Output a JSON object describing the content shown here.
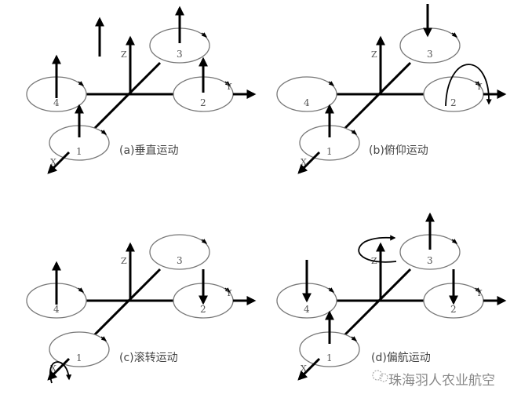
{
  "panels": [
    {
      "id": "a",
      "caption": "(a)垂直运动",
      "rotors": [
        "1",
        "2",
        "3",
        "4"
      ],
      "thrust": {
        "1": "up",
        "2": "up",
        "3": "up",
        "4": "up"
      },
      "extra": "lift-arrow"
    },
    {
      "id": "b",
      "caption": "(b)俯仰运动",
      "rotors": [
        "1",
        "2",
        "3",
        "4"
      ],
      "thrust": {
        "1": "up",
        "3": "down"
      },
      "extra": "pitch-curve"
    },
    {
      "id": "c",
      "caption": "(c)滚转运动",
      "rotors": [
        "1",
        "2",
        "3",
        "4"
      ],
      "thrust": {
        "4": "up",
        "2": "down"
      },
      "extra": "roll-curve"
    },
    {
      "id": "d",
      "caption": "(d)偏航运动",
      "rotors": [
        "1",
        "2",
        "3",
        "4"
      ],
      "thrust": {
        "1": "up",
        "3": "up",
        "4": "down",
        "2": "down"
      },
      "extra": "yaw-curve"
    }
  ],
  "axes": {
    "x": "X",
    "y": "Y",
    "z": "Z"
  },
  "watermark": "珠海羽人农业航空"
}
